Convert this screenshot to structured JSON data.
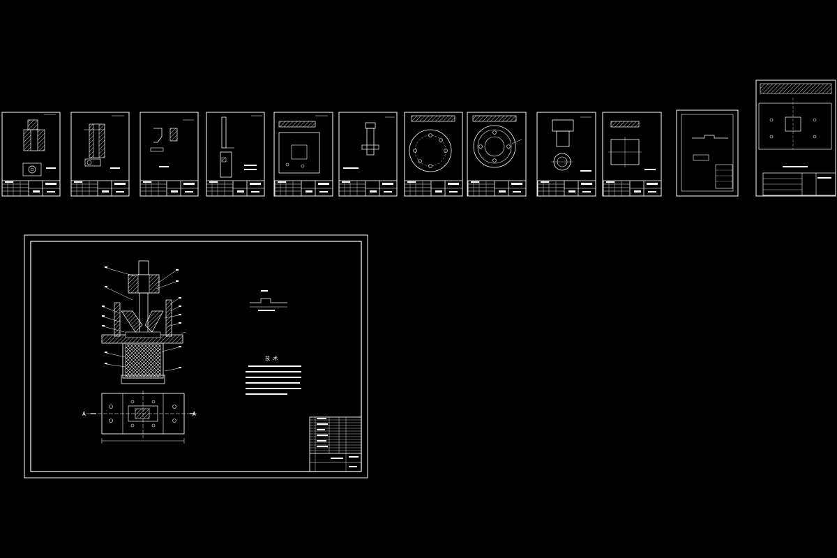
{
  "drawing": {
    "section_markers": [
      "A",
      "A"
    ],
    "notes_title": "技 术"
  },
  "colors": {
    "background": "#000000",
    "lines": "#ffffff"
  }
}
